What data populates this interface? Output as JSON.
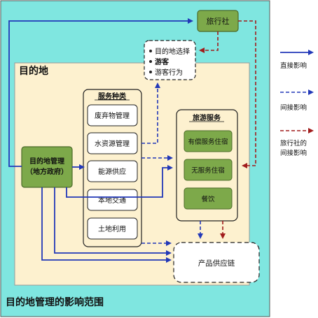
{
  "outer_region": {
    "label": "目的地管理的影响范围",
    "color": "#7fe6e0"
  },
  "destination": {
    "label": "目的地",
    "color": "#fdf1cf"
  },
  "travel_agency": {
    "label": "旅行社"
  },
  "tourist_box": {
    "items": [
      {
        "text": "目的地选择",
        "bold": false
      },
      {
        "text": "游客",
        "bold": true
      },
      {
        "text": "游客行为",
        "bold": false
      }
    ]
  },
  "management": {
    "line1": "目的地管理",
    "line2": "（地方政府）"
  },
  "service_types": {
    "title": "服务种类",
    "items": [
      "废弃物管理",
      "水资源管理",
      "能源供应",
      "本地交通",
      "土地利用"
    ]
  },
  "tourism_services": {
    "title": "旅游服务",
    "items": [
      "有偿服务住宿",
      "无服务住宿",
      "餐饮"
    ]
  },
  "supply_chain": {
    "label": "产品供应链"
  },
  "legend": {
    "items": [
      {
        "label_lines": [
          "直接影响"
        ],
        "style": "solid",
        "color": "#2238b8"
      },
      {
        "label_lines": [
          "间接影响"
        ],
        "style": "dashed",
        "color": "#2238b8"
      },
      {
        "label_lines": [
          "旅行社的",
          "间接影响"
        ],
        "style": "dashed",
        "color": "#a11c1c"
      }
    ]
  },
  "colors": {
    "direct": "#2238b8",
    "agency_indirect": "#a11c1c",
    "green_box": "#7da94a",
    "green_dark": "#4d6b2a"
  }
}
